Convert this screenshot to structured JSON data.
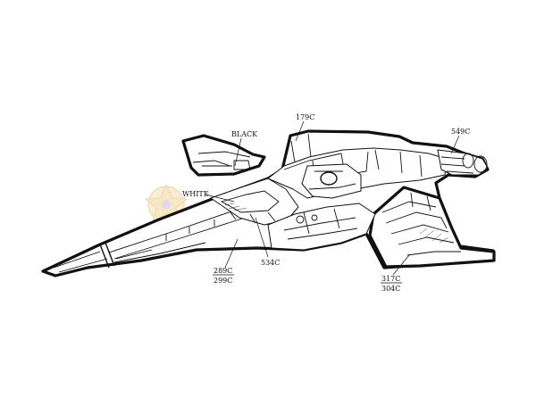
{
  "callouts": {
    "black": "BLACK",
    "white": "WHITE",
    "c179": "179C",
    "c549": "549C",
    "c534": "534C",
    "c289": "289C",
    "c299": "299C",
    "c317": "317C",
    "c304": "304C"
  },
  "colors": {
    "ink": "#111111",
    "paper": "#ffffff",
    "watermark": "#e7c36a"
  },
  "watermark": {
    "icon": "gold-emblem-watermark"
  }
}
